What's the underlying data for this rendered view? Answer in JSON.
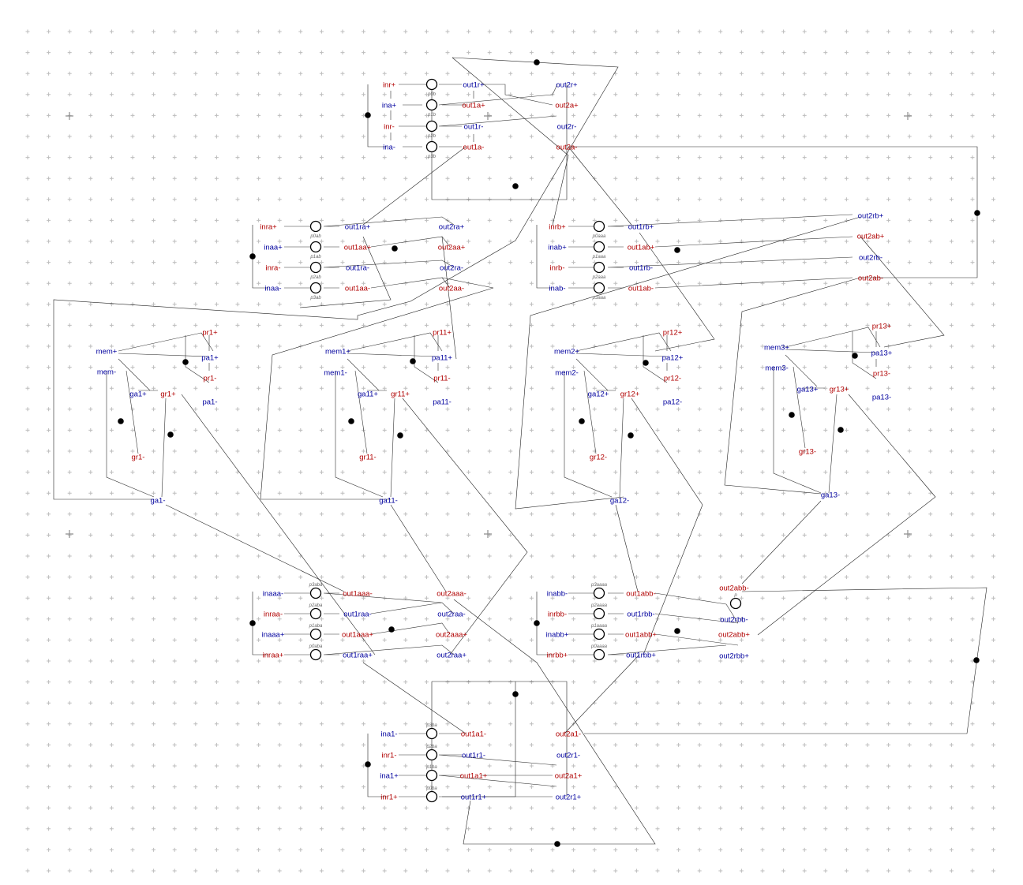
{
  "labels": [
    {
      "text": "inr+",
      "color": "red"
    },
    {
      "text": "ina+",
      "color": "blue"
    },
    {
      "text": "inr-",
      "color": "red"
    },
    {
      "text": "ina-",
      "color": "blue"
    },
    {
      "text": "out1r+",
      "color": "blue"
    },
    {
      "text": "out1a+",
      "color": "red"
    },
    {
      "text": "out1r-",
      "color": "blue"
    },
    {
      "text": "out1a-",
      "color": "red"
    },
    {
      "text": "out2r+",
      "color": "blue"
    },
    {
      "text": "out2a+",
      "color": "red"
    },
    {
      "text": "out2r-",
      "color": "blue"
    },
    {
      "text": "out2a-",
      "color": "red"
    },
    {
      "text": "inra+",
      "color": "red"
    },
    {
      "text": "inaa+",
      "color": "blue"
    },
    {
      "text": "inra-",
      "color": "red"
    },
    {
      "text": "inaa-",
      "color": "blue"
    },
    {
      "text": "out1ra+",
      "color": "blue"
    },
    {
      "text": "out1aa+",
      "color": "red"
    },
    {
      "text": "out1ra-",
      "color": "blue"
    },
    {
      "text": "out1aa-",
      "color": "red"
    },
    {
      "text": "out2ra+",
      "color": "blue"
    },
    {
      "text": "out2aa+",
      "color": "red"
    },
    {
      "text": "out2ra-",
      "color": "blue"
    },
    {
      "text": "out2aa-",
      "color": "red"
    },
    {
      "text": "inrb+",
      "color": "red"
    },
    {
      "text": "inab+",
      "color": "blue"
    },
    {
      "text": "inrb-",
      "color": "red"
    },
    {
      "text": "inab-",
      "color": "blue"
    },
    {
      "text": "out1rb+",
      "color": "blue"
    },
    {
      "text": "out1ab+",
      "color": "red"
    },
    {
      "text": "out1rb-",
      "color": "blue"
    },
    {
      "text": "out1ab-",
      "color": "red"
    },
    {
      "text": "out2rb+",
      "color": "blue"
    },
    {
      "text": "out2ab+",
      "color": "red"
    },
    {
      "text": "out2rb-",
      "color": "blue"
    },
    {
      "text": "out2ab-",
      "color": "red"
    },
    {
      "text": "mem+",
      "color": "blue"
    },
    {
      "text": "mem-",
      "color": "blue"
    },
    {
      "text": "pr1+",
      "color": "red"
    },
    {
      "text": "pa1+",
      "color": "blue"
    },
    {
      "text": "pr1-",
      "color": "red"
    },
    {
      "text": "pa1-",
      "color": "blue"
    },
    {
      "text": "ga1+",
      "color": "blue"
    },
    {
      "text": "gr1+",
      "color": "red"
    },
    {
      "text": "gr1-",
      "color": "red"
    },
    {
      "text": "ga1-",
      "color": "blue"
    },
    {
      "text": "mem1+",
      "color": "blue"
    },
    {
      "text": "mem1-",
      "color": "blue"
    },
    {
      "text": "pr11+",
      "color": "red"
    },
    {
      "text": "pa11+",
      "color": "blue"
    },
    {
      "text": "pr11-",
      "color": "red"
    },
    {
      "text": "pa11-",
      "color": "blue"
    },
    {
      "text": "ga11+",
      "color": "blue"
    },
    {
      "text": "gr11+",
      "color": "red"
    },
    {
      "text": "gr11-",
      "color": "red"
    },
    {
      "text": "ga11-",
      "color": "blue"
    },
    {
      "text": "mem2+",
      "color": "blue"
    },
    {
      "text": "mem2-",
      "color": "blue"
    },
    {
      "text": "pr12+",
      "color": "red"
    },
    {
      "text": "pa12+",
      "color": "blue"
    },
    {
      "text": "pr12-",
      "color": "red"
    },
    {
      "text": "pa12-",
      "color": "blue"
    },
    {
      "text": "ga12+",
      "color": "blue"
    },
    {
      "text": "gr12+",
      "color": "red"
    },
    {
      "text": "gr12-",
      "color": "red"
    },
    {
      "text": "ga12-",
      "color": "blue"
    },
    {
      "text": "mem3+",
      "color": "blue"
    },
    {
      "text": "mem3-",
      "color": "blue"
    },
    {
      "text": "pr13+",
      "color": "red"
    },
    {
      "text": "pa13+",
      "color": "blue"
    },
    {
      "text": "pr13-",
      "color": "red"
    },
    {
      "text": "pa13-",
      "color": "blue"
    },
    {
      "text": "ga13+",
      "color": "blue"
    },
    {
      "text": "gr13+",
      "color": "red"
    },
    {
      "text": "gr13-",
      "color": "red"
    },
    {
      "text": "ga13-",
      "color": "blue"
    },
    {
      "text": "inaaa-",
      "color": "blue"
    },
    {
      "text": "inraa-",
      "color": "red"
    },
    {
      "text": "inaaa+",
      "color": "blue"
    },
    {
      "text": "inraa+",
      "color": "red"
    },
    {
      "text": "out1aaa-",
      "color": "red"
    },
    {
      "text": "out1raa-",
      "color": "blue"
    },
    {
      "text": "out1aaa+",
      "color": "red"
    },
    {
      "text": "out1raa+",
      "color": "blue"
    },
    {
      "text": "out2aaa-",
      "color": "red"
    },
    {
      "text": "out2raa-",
      "color": "blue"
    },
    {
      "text": "out2aaa+",
      "color": "red"
    },
    {
      "text": "out2raa+",
      "color": "blue"
    },
    {
      "text": "inabb-",
      "color": "blue"
    },
    {
      "text": "inrbb-",
      "color": "red"
    },
    {
      "text": "inabb+",
      "color": "blue"
    },
    {
      "text": "inrbb+",
      "color": "red"
    },
    {
      "text": "out1abb-",
      "color": "red"
    },
    {
      "text": "out1rbb-",
      "color": "blue"
    },
    {
      "text": "out1abb+",
      "color": "red"
    },
    {
      "text": "out1rbb+",
      "color": "blue"
    },
    {
      "text": "out2abb-",
      "color": "red"
    },
    {
      "text": "out2rbb-",
      "color": "blue"
    },
    {
      "text": "out2abb+",
      "color": "red"
    },
    {
      "text": "out2rbb+",
      "color": "blue"
    },
    {
      "text": "ina1-",
      "color": "blue"
    },
    {
      "text": "inr1-",
      "color": "red"
    },
    {
      "text": "ina1+",
      "color": "blue"
    },
    {
      "text": "inr1+",
      "color": "red"
    },
    {
      "text": "out1a1-",
      "color": "red"
    },
    {
      "text": "out1r1-",
      "color": "blue"
    },
    {
      "text": "out1a1+",
      "color": "red"
    },
    {
      "text": "out1r1+",
      "color": "blue"
    },
    {
      "text": "out2a1-",
      "color": "red"
    },
    {
      "text": "out2r1-",
      "color": "blue"
    },
    {
      "text": "out2a1+",
      "color": "red"
    },
    {
      "text": "out2r1+",
      "color": "blue"
    }
  ],
  "places": [
    "p0b",
    "p1b",
    "p2b",
    "p3b",
    "p0ab",
    "p1ab",
    "p2ab",
    "p3ab",
    "p0aaa",
    "p1aaa",
    "p2aaa",
    "p3aaa",
    "p3aba",
    "p2aba",
    "p1aba",
    "p0aba",
    "p3aaaa",
    "p2aaaa",
    "p1aaaa",
    "p0aaaa",
    "p",
    "p3ba",
    "p2ba",
    "p1ba",
    "p0ba"
  ],
  "colors": {
    "red": "#b00000",
    "blue": "#00009e",
    "line": "#222222",
    "grid": "#bdbdbd"
  }
}
